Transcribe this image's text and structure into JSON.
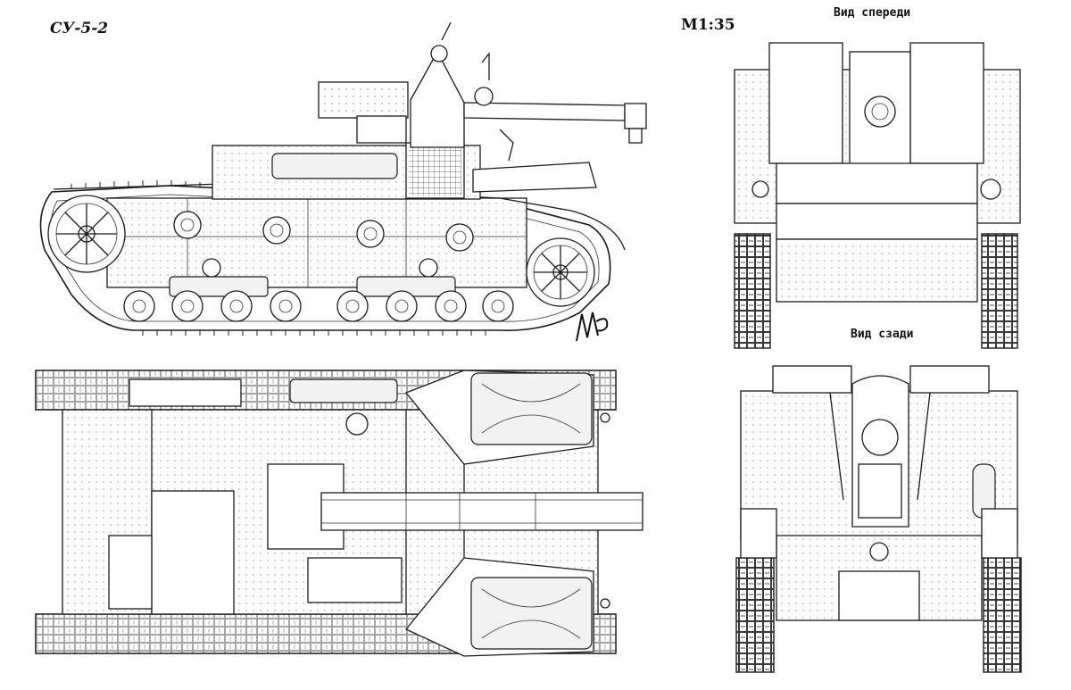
{
  "sheet": {
    "title": "СУ-5-2",
    "scale": "М1:35",
    "front_view_caption": "Вид спереди",
    "rear_view_caption": "Вид сзади",
    "signature_text": "АВ"
  },
  "colors": {
    "background": "#ffffff",
    "line": "#1a1a1a",
    "panel_fill": "#f2f2f2"
  }
}
